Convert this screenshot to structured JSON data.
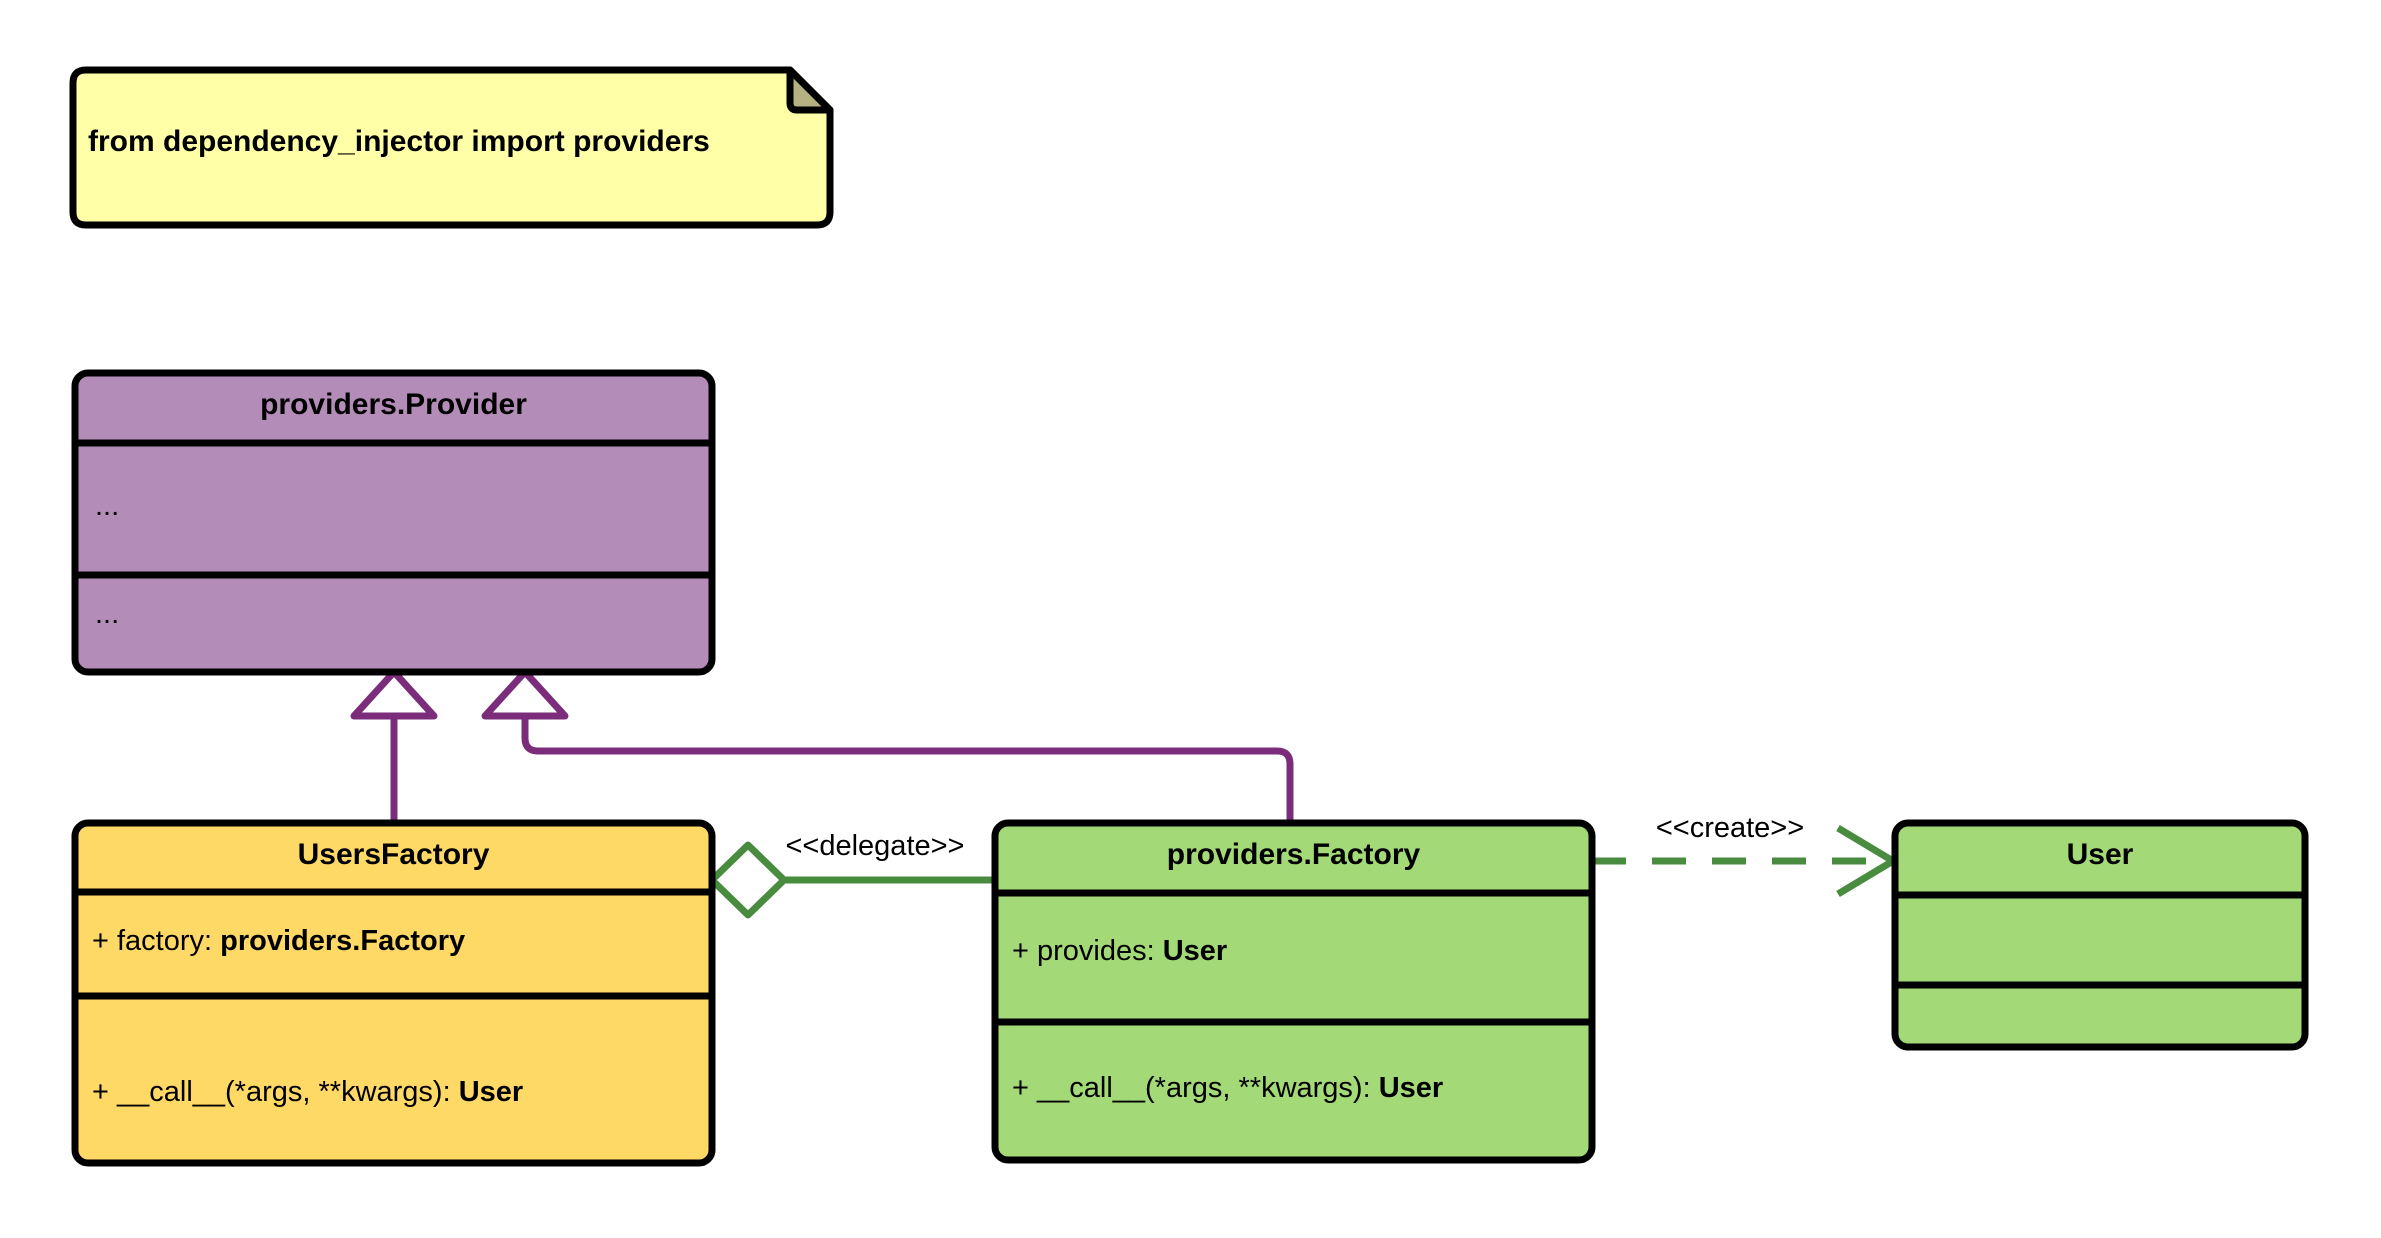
{
  "diagram": {
    "kind": "uml-class-diagram",
    "background": "#ffffff",
    "note": {
      "text": "from dependency_injector import providers",
      "fill": "#ffffa8",
      "fold_fill": "#b5b183",
      "stroke": "#000000"
    },
    "classes": [
      {
        "id": "providers-provider",
        "name": "providers.Provider",
        "fill": "#b48cb8",
        "stroke": "#000000",
        "attributes": [
          "..."
        ],
        "methods": [
          "..."
        ]
      },
      {
        "id": "users-factory",
        "name": "UsersFactory",
        "fill": "#ffd966",
        "stroke": "#000000",
        "attributes": [
          "+ factory: providers.Factory"
        ],
        "attributes_html": [
          "+ factory: <b>providers.Factory</b>"
        ],
        "methods": [
          "+ __call__(*args, **kwargs): User"
        ],
        "methods_html": [
          "+ __call__(*args, **kwargs): <b>User</b>"
        ]
      },
      {
        "id": "providers-factory",
        "name": "providers.Factory",
        "fill": "#a3d977",
        "stroke": "#000000",
        "attributes": [
          "+ provides: User"
        ],
        "attributes_html": [
          "+ provides: <b>User</b>"
        ],
        "methods": [
          "+ __call__(*args, **kwargs): User"
        ],
        "methods_html": [
          "+ __call__(*args, **kwargs): <b>User</b>"
        ]
      },
      {
        "id": "user",
        "name": "User",
        "fill": "#a3d977",
        "stroke": "#000000",
        "attributes": [
          ""
        ],
        "methods": [
          ""
        ]
      }
    ],
    "relations": [
      {
        "id": "rel-users-factory-inherits",
        "type": "generalization",
        "from": "UsersFactory",
        "to": "providers.Provider",
        "color": "#7b2d7b",
        "style": "solid",
        "head": "hollow-triangle",
        "label": ""
      },
      {
        "id": "rel-providers-factory-inherits",
        "type": "generalization",
        "from": "providers.Factory",
        "to": "providers.Provider",
        "color": "#7b2d7b",
        "style": "solid",
        "head": "hollow-triangle",
        "label": ""
      },
      {
        "id": "rel-delegate",
        "type": "aggregation",
        "from": "UsersFactory",
        "to": "providers.Factory",
        "color": "#4a8c3f",
        "style": "solid",
        "head": "hollow-diamond",
        "label": "<<delegate>>"
      },
      {
        "id": "rel-create",
        "type": "dependency",
        "from": "providers.Factory",
        "to": "User",
        "color": "#4a8c3f",
        "style": "dashed",
        "head": "open-arrow",
        "label": "<<create>>"
      }
    ]
  }
}
